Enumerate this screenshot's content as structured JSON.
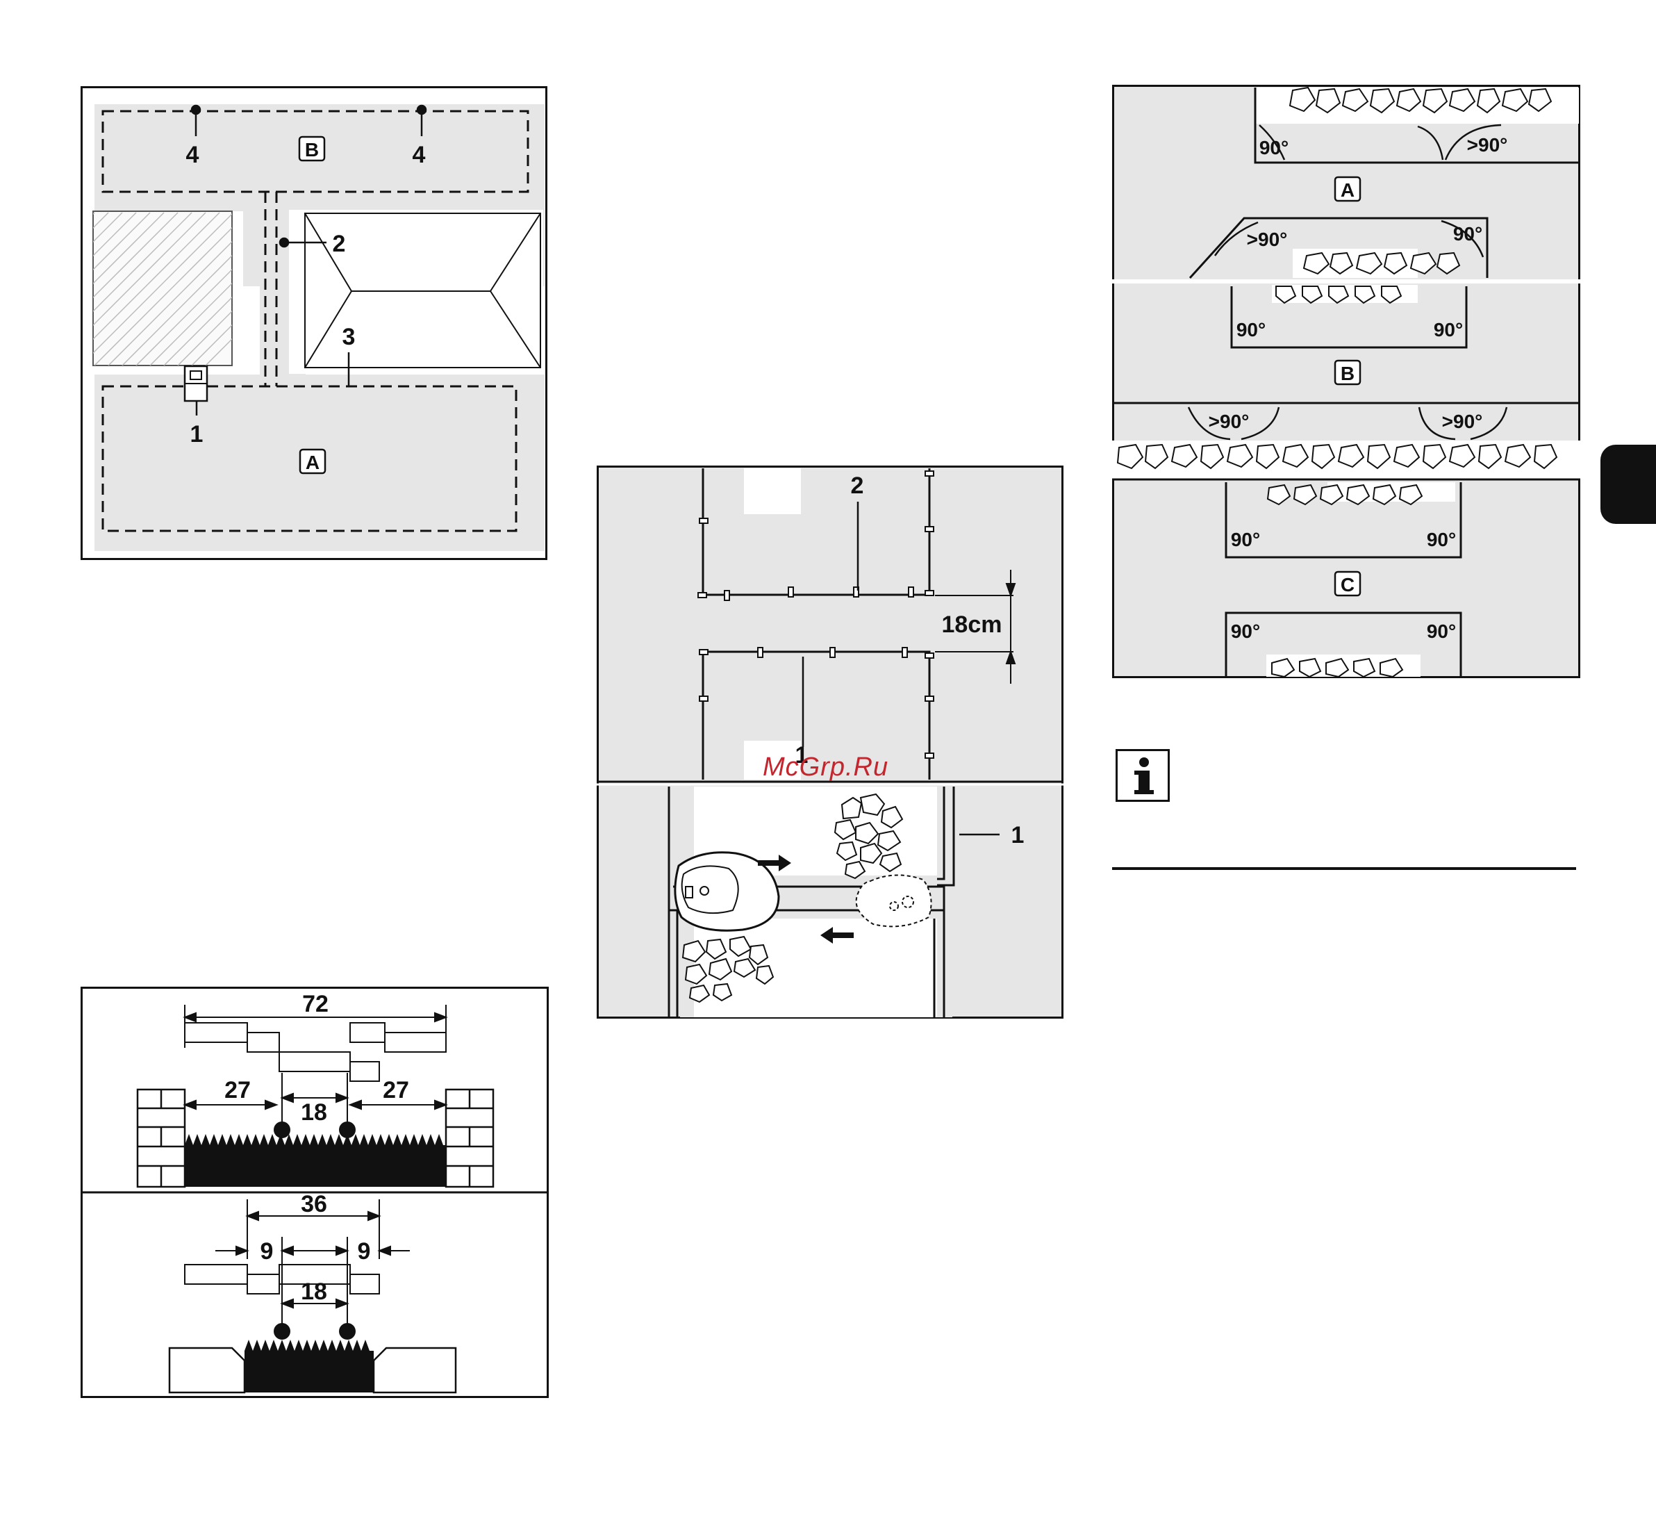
{
  "site_plan": {
    "callouts": [
      "1",
      "2",
      "3",
      "4",
      "4"
    ],
    "zones": [
      "A",
      "B"
    ]
  },
  "wire_spacing": {
    "callouts": [
      "1",
      "2"
    ],
    "gap_label": "18cm",
    "detail_callout": "1"
  },
  "passage_width": {
    "top": {
      "total": "72",
      "left": "27",
      "middle": "18",
      "right": "27"
    },
    "bottom": {
      "total": "36",
      "left": "9",
      "middle": "18",
      "right": "9"
    }
  },
  "corner_angles": {
    "zone_labels": [
      "A",
      "B",
      "C"
    ],
    "angles": {
      "a_top_left": "90°",
      "a_top_right": ">90°",
      "a_bottom_left": ">90°",
      "a_bottom_right": "90°",
      "b_left": "90°",
      "b_right": "90°",
      "c_top_left": ">90°",
      "c_top_right": ">90°",
      "c_mid_left": "90°",
      "c_mid_right": "90°",
      "c_bot_left": "90°",
      "c_bot_right": "90°"
    }
  },
  "watermark": "McGrp.Ru",
  "icons": {
    "info": "info-icon",
    "stones": "stone-border-icon",
    "robot": "robotic-mower-icon"
  },
  "colors": {
    "lawn": "#e6e6e6",
    "line": "#111111",
    "accent": "#c4262e"
  }
}
